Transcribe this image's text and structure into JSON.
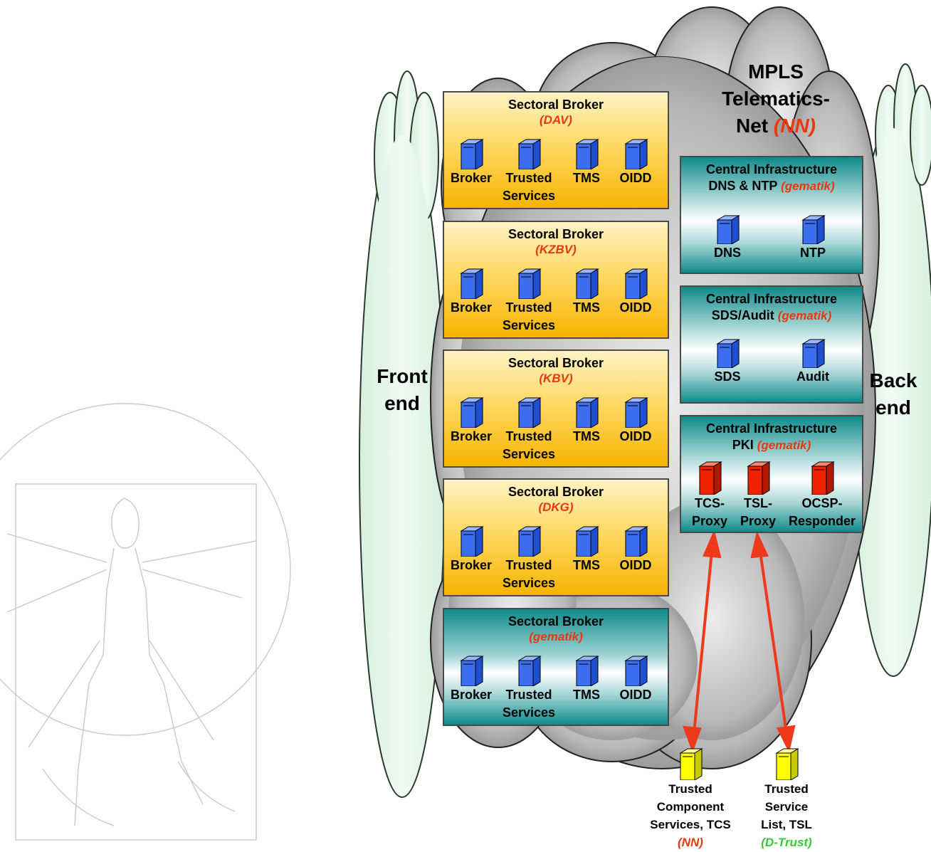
{
  "cloud": {
    "title_line1": "MPLS",
    "title_line2": "Telematics-",
    "title_line3": "Net",
    "title_operator": "(NN)"
  },
  "frontend": {
    "line1": "Front",
    "line2": "end"
  },
  "backend": {
    "line1": "Back",
    "line2": "end"
  },
  "brokers": [
    {
      "title": "Sectoral Broker",
      "operator": "(DAV)"
    },
    {
      "title": "Sectoral Broker",
      "operator": "(KZBV)"
    },
    {
      "title": "Sectoral Broker",
      "operator": "(KBV)"
    },
    {
      "title": "Sectoral Broker",
      "operator": "(DKG)"
    },
    {
      "title": "Sectoral Broker",
      "operator": "(gematik)"
    }
  ],
  "broker_services": {
    "broker": "Broker",
    "trusted1": "Trusted",
    "trusted2": "Services",
    "tms": "TMS",
    "oidd": "OIDD"
  },
  "infra": [
    {
      "title": "Central Infrastructure",
      "subtitle": "DNS & NTP",
      "operator": "(gematik)",
      "servers": [
        "DNS",
        "NTP"
      ]
    },
    {
      "title": "Central Infrastructure",
      "subtitle": "SDS/Audit",
      "operator": "(gematik)",
      "servers": [
        "SDS",
        "Audit"
      ]
    },
    {
      "title": "Central Infrastructure",
      "subtitle": "PKI",
      "operator": "(gematik)",
      "servers": [
        [
          "TCS-",
          "Proxy"
        ],
        [
          "TSL-",
          "Proxy"
        ],
        [
          "OCSP-",
          "Responder"
        ]
      ]
    }
  ],
  "external": [
    {
      "lines": [
        "Trusted",
        "Component",
        "Services, TCS"
      ],
      "operator": "(NN)",
      "operator_color": "#e8380d"
    },
    {
      "lines": [
        "Trusted",
        "Service",
        "List, TSL"
      ],
      "operator": "(D-Trust)",
      "operator_color": "#33cc33"
    }
  ],
  "colors": {
    "server_blue": "#3d6ef0",
    "server_red": "#ee2200",
    "server_yellow": "#ffff00",
    "arrow": "#ee3a1c",
    "accent": "#e8380d"
  }
}
